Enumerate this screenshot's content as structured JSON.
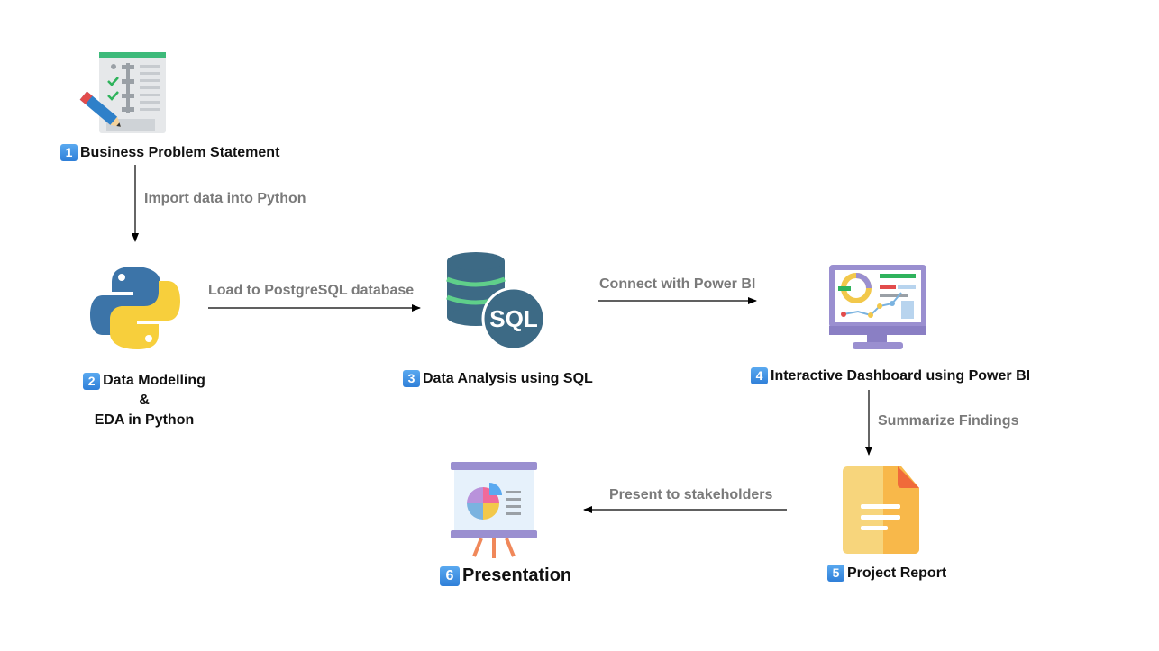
{
  "steps": {
    "step1": {
      "number": "1",
      "label": "Business Problem Statement",
      "icon": "checklist-icon"
    },
    "step2": {
      "number": "2",
      "line1": "Data Modelling",
      "line2": "&",
      "line3": "EDA in Python",
      "icon": "python-logo-icon"
    },
    "step3": {
      "number": "3",
      "label": "Data Analysis using SQL",
      "icon": "sql-database-icon"
    },
    "step4": {
      "number": "4",
      "label": "Interactive Dashboard using Power BI",
      "icon": "dashboard-monitor-icon"
    },
    "step5": {
      "number": "5",
      "label": "Project Report",
      "icon": "document-icon"
    },
    "step6": {
      "number": "6",
      "label": "Presentation",
      "icon": "presentation-board-icon"
    }
  },
  "edges": {
    "e1": "Import data into Python",
    "e2": "Load to PostgreSQL database",
    "e3": "Connect with Power BI",
    "e4": "Summarize Findings",
    "e5": "Present to stakeholders"
  },
  "icon_text": {
    "sql": "SQL"
  },
  "colors": {
    "badge": "#3b8fe0",
    "edge_text": "#7a7a7a",
    "arrow": "#000000"
  }
}
